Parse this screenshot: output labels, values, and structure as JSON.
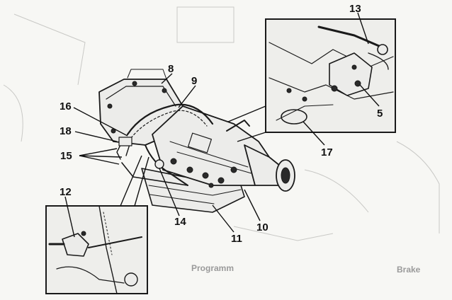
{
  "callouts": [
    {
      "id": "c13",
      "text": "13"
    },
    {
      "id": "c8",
      "text": "8"
    },
    {
      "id": "c9",
      "text": "9"
    },
    {
      "id": "c16",
      "text": "16"
    },
    {
      "id": "c18",
      "text": "18"
    },
    {
      "id": "c15",
      "text": "15"
    },
    {
      "id": "c5",
      "text": "5"
    },
    {
      "id": "c17",
      "text": "17"
    },
    {
      "id": "c12",
      "text": "12"
    },
    {
      "id": "c14",
      "text": "14"
    },
    {
      "id": "c10",
      "text": "10"
    },
    {
      "id": "c11",
      "text": "11"
    }
  ],
  "background_text": {
    "programming": "Programm",
    "brake": "Brake"
  },
  "colors": {
    "ink": "#1a1a1a",
    "paper": "#f7f7f4",
    "faint": "#c9c9c6"
  }
}
